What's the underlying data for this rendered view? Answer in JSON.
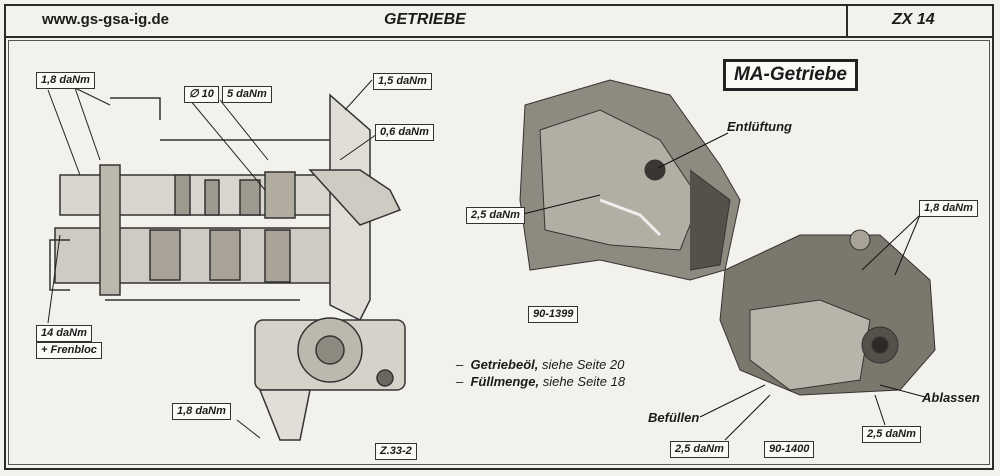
{
  "header": {
    "website": "www.gs-gsa-ig.de",
    "title": "GETRIEBE",
    "code": "ZX 14"
  },
  "heading": "MA-Getriebe",
  "drawing_labels": {
    "torque_tl": "1,8 daNm",
    "diameter": "∅ 10",
    "torque_mid": "5 daNm",
    "torque_1_5": "1,5 daNm",
    "torque_0_6": "0,6 daNm",
    "torque_14": "14 daNm",
    "frenbloc": "+ Frenbloc",
    "torque_bottom": "1,8 daNm",
    "ref_z": "Z.33-2"
  },
  "photo1_labels": {
    "vent": "Entlüftung",
    "torque": "2,5 daNm",
    "ref": "90-1399"
  },
  "photo2_labels": {
    "torque_top": "1,8 daNm",
    "fill": "Befüllen",
    "drain": "Ablassen",
    "torque_fill": "2,5 daNm",
    "ref": "90-1400",
    "torque_drain": "2,5 daNm"
  },
  "notes": [
    {
      "dash": "–",
      "bold": "Getriebeöl,",
      "rest": " siehe Seite 20"
    },
    {
      "dash": "–",
      "bold": "Füllmenge,",
      "rest": " siehe Seite 18"
    }
  ]
}
